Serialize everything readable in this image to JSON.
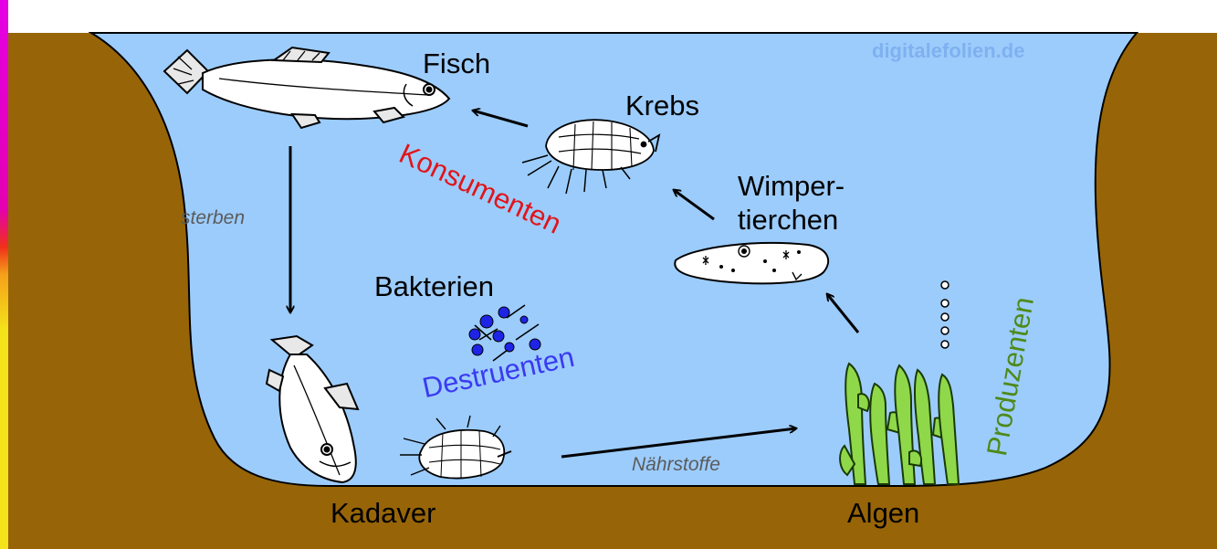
{
  "colors": {
    "water": "#9cccfc",
    "soil": "#976508",
    "soil_edge": "#5a3b04",
    "consumers": "#e0151b",
    "decomposers": "#3a3af2",
    "producers": "#4e8a1a",
    "watermark": "#7fb1f0",
    "left_strip_top": "#e100e1",
    "left_strip_bottom": "#f2e21a"
  },
  "watermark": "digitalefolien.de",
  "labels": {
    "fish": "Fisch",
    "crab": "Krebs",
    "ciliate_line1": "Wimper-",
    "ciliate_line2": "tierchen",
    "bacteria": "Bakterien",
    "carcass": "Kadaver",
    "algae": "Algen",
    "dying": "sterben",
    "nutrients": "Nährstoffe"
  },
  "groups": {
    "consumers": "Konsumenten",
    "decomposers": "Destruenten",
    "producers": "Produzenten"
  },
  "icons": [
    "fish-icon",
    "crab-icon",
    "ciliate-icon",
    "bacteria-icon",
    "dead-fish-icon",
    "dead-crab-icon",
    "algae-icon",
    "bubbles-icon"
  ]
}
